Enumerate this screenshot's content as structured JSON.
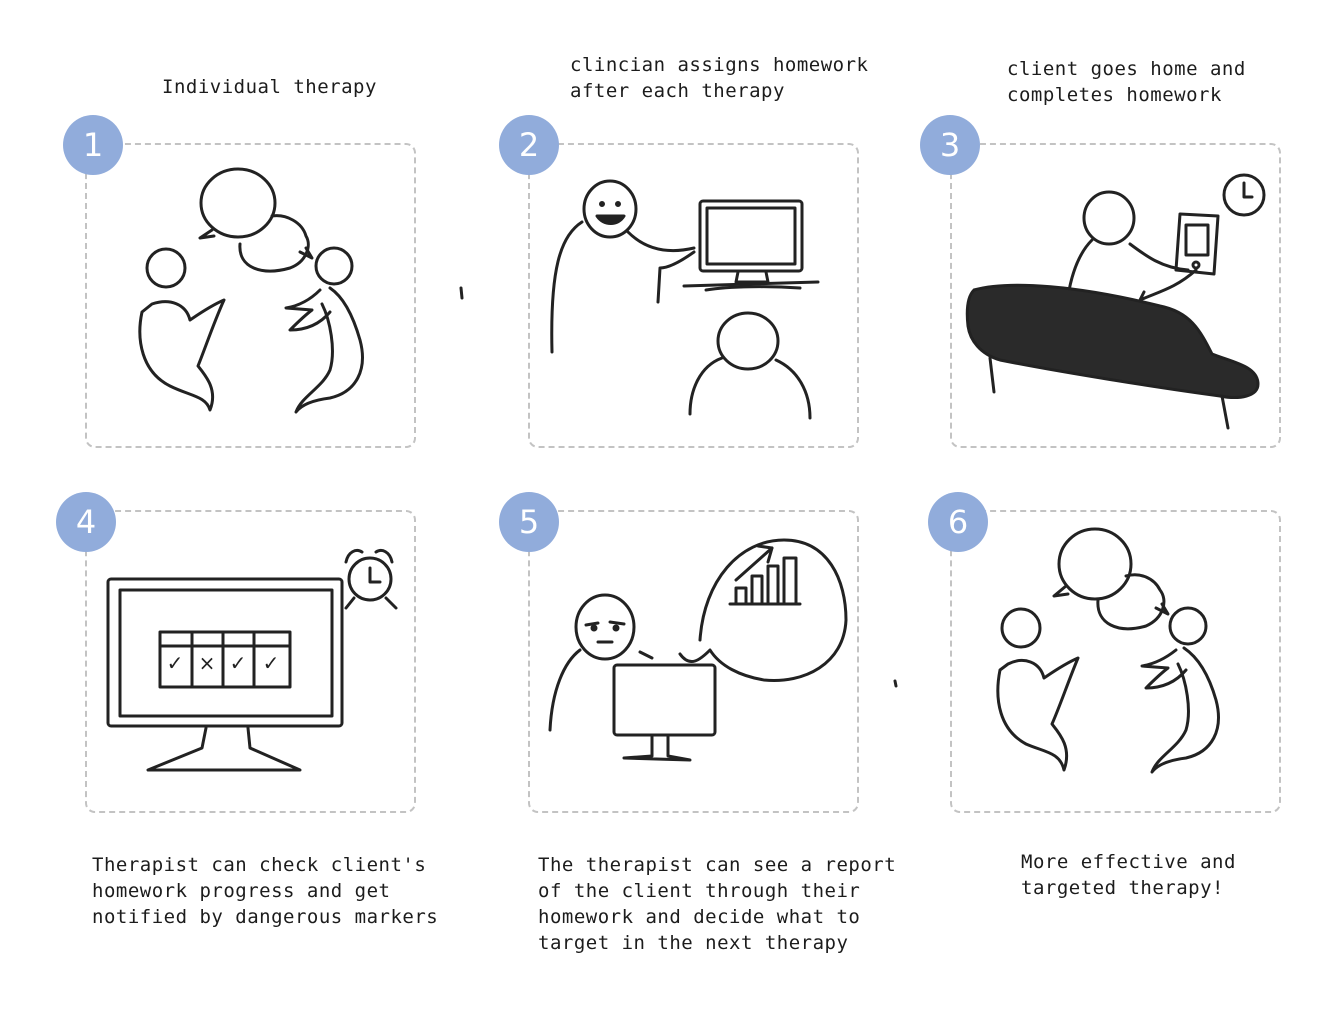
{
  "panels": [
    {
      "number": "1",
      "caption": "Individual therapy"
    },
    {
      "number": "2",
      "caption": "clincian assigns homework\nafter each therapy"
    },
    {
      "number": "3",
      "caption": "client goes home and\ncompletes homework"
    },
    {
      "number": "4",
      "caption": "Therapist can check client's\nhomework progress and get\nnotified by dangerous markers"
    },
    {
      "number": "5",
      "caption": "The therapist can see a report\nof the client through their\nhomework and decide what to\ntarget in the next therapy"
    },
    {
      "number": "6",
      "caption": "More effective and\ntargeted therapy!"
    }
  ],
  "homework_checks": [
    "✓",
    "×",
    "✓",
    "✓"
  ],
  "colors": {
    "badge": "#91acdb",
    "panel_border": "#c3c3c3",
    "ink": "#222222"
  }
}
